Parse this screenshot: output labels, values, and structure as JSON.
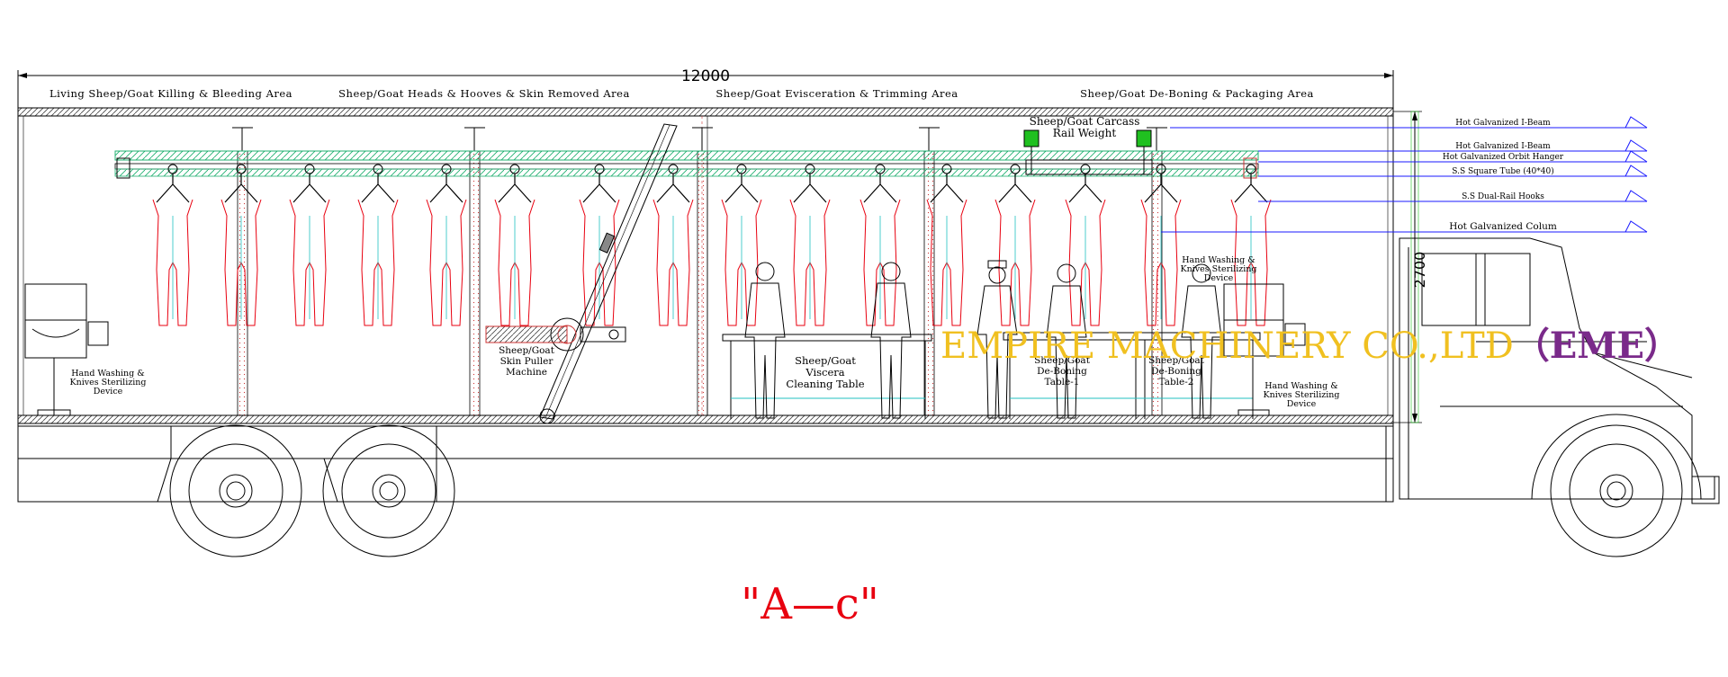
{
  "dimensions": {
    "length": "12000",
    "height": "2700"
  },
  "areas": [
    "Living Sheep/Goat Killing & Bleeding Area",
    "Sheep/Goat Heads & Hooves & Skin Removed Area",
    "Sheep/Goat Evisceration & Trimming Area",
    "Sheep/Goat De-Boning & Packaging Area"
  ],
  "rail_weight": {
    "line1": "Sheep/Goat Carcass",
    "line2": "Rail Weight"
  },
  "legend": [
    "Hot Galvanized I-Beam",
    "Hot Galvanized I-Beam",
    "Hot Galvanized Orbit Hanger",
    "S.S Square Tube (40*40)",
    "S.S Dual-Rail Hooks",
    "Hot Galvanized Colum"
  ],
  "equipment": {
    "wash_left": [
      "Hand Washing &",
      "Knives Sterilizing",
      "Device"
    ],
    "skin_puller": [
      "Sheep/Goat",
      "Skin Puller",
      "Machine"
    ],
    "viscera_table": [
      "Sheep/Goat",
      "Viscera",
      "Cleaning Table"
    ],
    "deboning_1": [
      "Sheep/Goat",
      "De-Boning",
      "Table-1"
    ],
    "deboning_2": [
      "Sheep/Goat",
      "De-Boning",
      "Table-2"
    ],
    "wash_top": [
      "Hand Washing &",
      "Knives Sterilizing",
      "Device"
    ],
    "wash_right": [
      "Hand Washing &",
      "Knives Sterilizing",
      "Device"
    ]
  },
  "watermark": {
    "text": "EMPIRE MACHINERY CO.,LTD",
    "suffix": "（EME）"
  },
  "view_label": "\"A—c\"",
  "colors": {
    "drawing": "#000000",
    "carcass": "#e8000f",
    "legend_line": "#1a1aff",
    "rail_hatch": "#20b070",
    "watermark": "#f0c020",
    "watermark_suffix": "#7a2a8a",
    "view_label": "#e8000f"
  }
}
